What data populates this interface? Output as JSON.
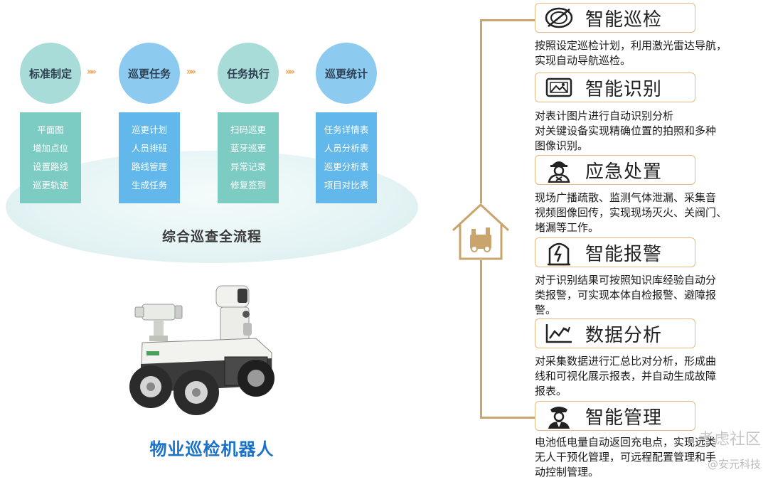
{
  "flow": {
    "stages": [
      {
        "title": "标准制定",
        "items": [
          "平面图",
          "增加点位",
          "设置路线",
          "巡更轨迹"
        ]
      },
      {
        "title": "巡更任务",
        "items": [
          "巡更计划",
          "人员排班",
          "路线管理",
          "生成任务"
        ]
      },
      {
        "title": "任务执行",
        "items": [
          "扫码巡更",
          "蓝牙巡更",
          "异常记录",
          "修复签到"
        ]
      },
      {
        "title": "巡更统计",
        "items": [
          "任务详情表",
          "人员分析表",
          "巡更分析表",
          "项目对比表"
        ]
      }
    ],
    "arrow": "»»",
    "process_label": "综合巡查全流程"
  },
  "robot": {
    "title": "物业巡检机器人"
  },
  "features": [
    {
      "title": "智能巡检",
      "icon": "radar-icon",
      "desc": [
        "按照设定巡检计划，利用激光雷达导航，",
        "实现自动导航巡检。"
      ]
    },
    {
      "title": "智能识别",
      "icon": "image-recognition-icon",
      "desc": [
        "对表计图片进行自动识别分析",
        "对关键设备实现精确位置的拍照和多种",
        "图像识别。"
      ]
    },
    {
      "title": "应急处置",
      "icon": "firefighter-icon",
      "desc": [
        "现场广播疏散、监测气体泄漏、采集音",
        "视频图像回传，实现现场灭火、关阀门、",
        "堵漏等工作。"
      ]
    },
    {
      "title": "智能报警",
      "icon": "alarm-icon",
      "desc": [
        "对于识别结果可按照知识库经验自动分",
        "类报警，可实现本体自检报警、避障报",
        "警。"
      ]
    },
    {
      "title": "数据分析",
      "icon": "line-chart-icon",
      "desc": [
        "对采集数据进行汇总比对分析，形成曲",
        "线和可视化展示报表，并自动生成故障",
        "报表。"
      ]
    },
    {
      "title": "智能管理",
      "icon": "security-guard-icon",
      "desc": [
        "电池低电量自动返回充电点，实现远类",
        "无人干预化管理，可远程配置管理和手",
        "动控制管理。"
      ]
    }
  ],
  "watermark": {
    "line1": "考虑社区",
    "line2": "@安元科技"
  },
  "colors": {
    "circle_teal": "#a8dcd8",
    "circle_blue": "#8ccaf0",
    "box_teal": "#7cccc4",
    "box_blue": "#62b8ea",
    "timeline": "#c9a46c",
    "box_border": "#e8b87c",
    "robot_title": "#1a73c8",
    "arrow": "#f0a050"
  }
}
